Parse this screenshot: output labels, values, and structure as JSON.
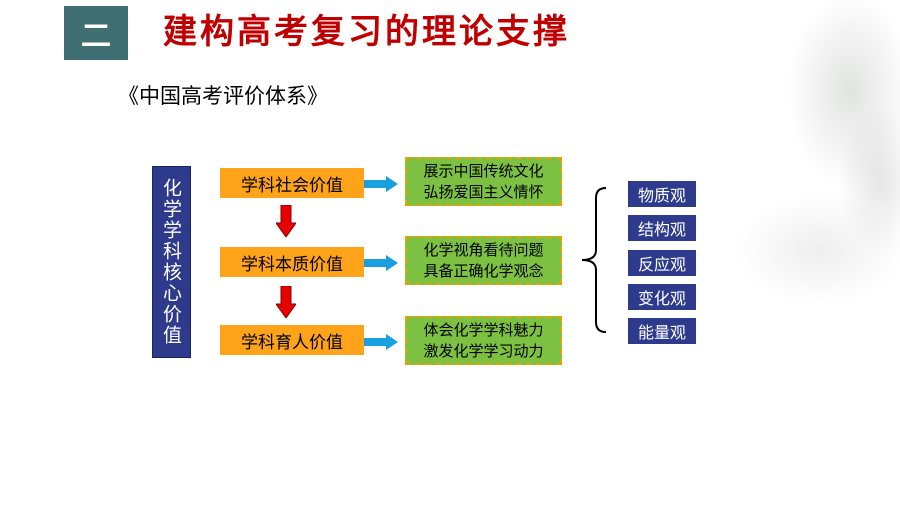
{
  "section": {
    "number": "二",
    "title": "建构高考复习的理论支撑",
    "subtitle": "《中国高考评价体系》"
  },
  "core_value": "化学学科核心价值",
  "values": [
    {
      "label": "学科社会价值",
      "desc": [
        "展示中国传统文化",
        "弘扬爱国主义情怀"
      ]
    },
    {
      "label": "学科本质价值",
      "desc": [
        "化学视角看待问题",
        "具备正确化学观念"
      ]
    },
    {
      "label": "学科育人价值",
      "desc": [
        "体会化学学科魅力",
        "激发化学学习动力"
      ]
    }
  ],
  "views": [
    "物质观",
    "结构观",
    "反应观",
    "变化观",
    "能量观"
  ],
  "colors": {
    "header_box": "#3f6e73",
    "title": "#c00000",
    "navy": "#2e3a8c",
    "orange": "#ffa31a",
    "green": "#7cc142",
    "green_border": "#e2a600",
    "arrow_right": "#1aa0e0",
    "arrow_down": "#e60000"
  }
}
